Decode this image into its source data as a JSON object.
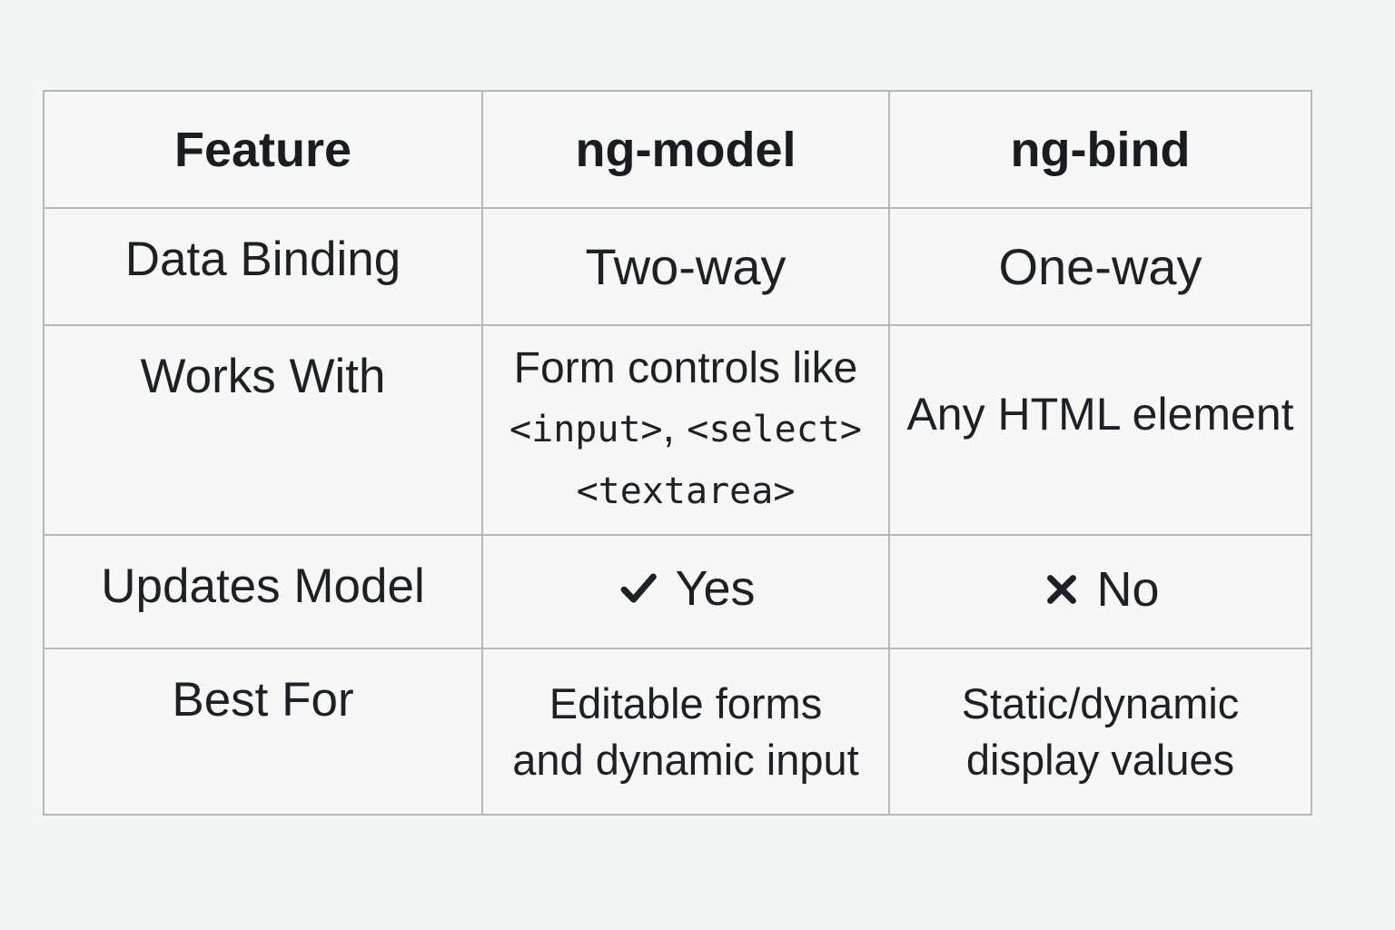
{
  "table": {
    "headers": {
      "feature": "Feature",
      "ng_model": "ng-model",
      "ng_bind": "ng-bind"
    },
    "rows": {
      "data_binding": {
        "label": "Data Binding",
        "ng_model": "Two-way",
        "ng_bind": "One-way"
      },
      "works_with": {
        "label": "Works With",
        "ng_model": {
          "line1": "Form controls like",
          "code1": "<input>",
          "sep": ", ",
          "code2": "<select>",
          "code3": "<textarea>"
        },
        "ng_bind": "Any HTML element"
      },
      "updates_model": {
        "label": "Updates Model",
        "ng_model": {
          "icon": "check-icon",
          "text": "Yes"
        },
        "ng_bind": {
          "icon": "x-icon",
          "text": "No"
        }
      },
      "best_for": {
        "label": "Best For",
        "ng_model": {
          "line1": "Editable forms",
          "line2": "and dynamic input"
        },
        "ng_bind": {
          "line1": "Static/dynamic",
          "line2": "display values"
        }
      }
    }
  },
  "colors": {
    "page_background": "#f4f5f5",
    "cell_background": "#f7f7f7",
    "border": "#b4b8ba",
    "text": "#1d2126",
    "icon": "#1d2126"
  }
}
